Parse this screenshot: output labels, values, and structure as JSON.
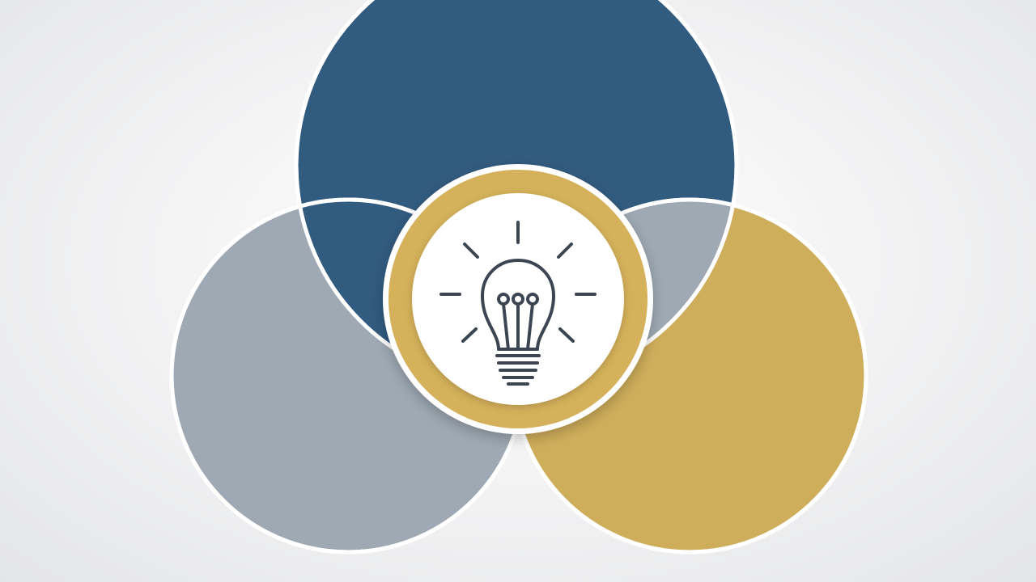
{
  "diagram": {
    "type": "venn",
    "circles": [
      {
        "name": "top-circle",
        "color": "#325b80"
      },
      {
        "name": "left-circle",
        "color": "#9ea9b3"
      },
      {
        "name": "right-circle",
        "color": "#cfae5b"
      }
    ],
    "center": {
      "ring_color": "#d4b15a",
      "disc_color": "#ffffff",
      "icon": "lightbulb-icon",
      "icon_color": "#3c4652"
    },
    "outline_color": "#ffffff",
    "background_color": "#eeeeef"
  }
}
